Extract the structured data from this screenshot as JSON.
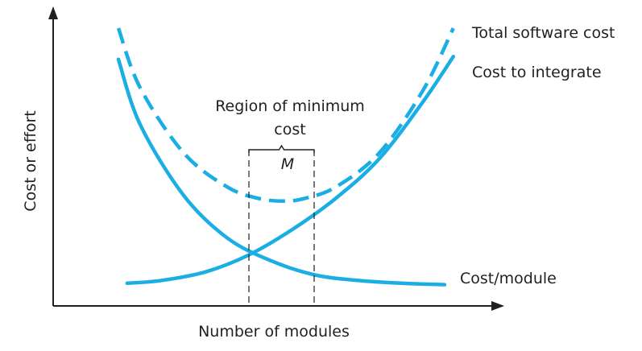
{
  "chart_data": {
    "type": "line",
    "xlabel": "Number of modules",
    "ylabel": "Cost or effort",
    "xlim": [
      0,
      100
    ],
    "ylim": [
      0,
      100
    ],
    "grid": false,
    "legend": "labels at curve ends",
    "series": [
      {
        "name": "Total software cost",
        "style": "dashed",
        "color": "#1aaee4",
        "x": [
          15,
          20,
          30,
          40,
          47,
          53,
          58,
          65,
          75,
          85,
          92
        ],
        "y": [
          98,
          77,
          54,
          42,
          38,
          37,
          38,
          42,
          54,
          76,
          98
        ]
      },
      {
        "name": "Cost to integrate",
        "style": "solid",
        "color": "#1aaee4",
        "x": [
          17,
          25,
          35,
          45,
          55,
          65,
          75,
          85,
          92
        ],
        "y": [
          8,
          9,
          12,
          18,
          27,
          38,
          52,
          72,
          88
        ]
      },
      {
        "name": "Cost/module",
        "style": "solid",
        "color": "#1aaee4",
        "x": [
          15,
          20,
          30,
          40,
          50,
          60,
          70,
          80,
          90
        ],
        "y": [
          87,
          64,
          39,
          24,
          16,
          11,
          9,
          8,
          7.5
        ]
      }
    ],
    "annotations": {
      "region_label_line1": "Region of minimum",
      "region_label_line2": "cost",
      "region_symbol": "M",
      "region_x": [
        45,
        60
      ]
    }
  }
}
